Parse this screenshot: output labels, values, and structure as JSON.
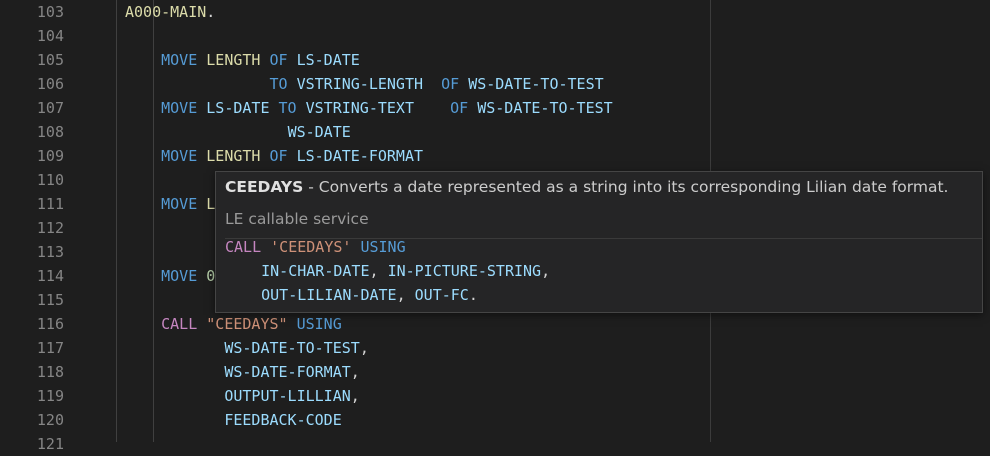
{
  "lines": [
    {
      "num": "103",
      "tokens": [
        {
          "t": "A000-MAIN",
          "c": "fn"
        },
        {
          "t": ".",
          "c": "pun"
        }
      ]
    },
    {
      "num": "104",
      "tokens": []
    },
    {
      "num": "105",
      "tokens": [
        {
          "t": "    ",
          "c": "pun"
        },
        {
          "t": "MOVE",
          "c": "kw"
        },
        {
          "t": " ",
          "c": "pun"
        },
        {
          "t": "LENGTH",
          "c": "fn"
        },
        {
          "t": " ",
          "c": "pun"
        },
        {
          "t": "OF",
          "c": "kw"
        },
        {
          "t": " ",
          "c": "pun"
        },
        {
          "t": "LS-DATE",
          "c": "id"
        }
      ]
    },
    {
      "num": "106",
      "tokens": [
        {
          "t": "                ",
          "c": "pun"
        },
        {
          "t": "TO",
          "c": "kw"
        },
        {
          "t": " ",
          "c": "pun"
        },
        {
          "t": "VSTRING-LENGTH",
          "c": "id"
        },
        {
          "t": "  ",
          "c": "pun"
        },
        {
          "t": "OF",
          "c": "kw"
        },
        {
          "t": " ",
          "c": "pun"
        },
        {
          "t": "WS-DATE-TO-TEST",
          "c": "id"
        }
      ]
    },
    {
      "num": "107",
      "tokens": [
        {
          "t": "    ",
          "c": "pun"
        },
        {
          "t": "MOVE",
          "c": "kw"
        },
        {
          "t": " ",
          "c": "pun"
        },
        {
          "t": "LS-DATE",
          "c": "id"
        },
        {
          "t": " ",
          "c": "pun"
        },
        {
          "t": "TO",
          "c": "kw"
        },
        {
          "t": " ",
          "c": "pun"
        },
        {
          "t": "VSTRING-TEXT",
          "c": "id"
        },
        {
          "t": "    ",
          "c": "pun"
        },
        {
          "t": "OF",
          "c": "kw"
        },
        {
          "t": " ",
          "c": "pun"
        },
        {
          "t": "WS-DATE-TO-TEST",
          "c": "id"
        }
      ]
    },
    {
      "num": "108",
      "tokens": [
        {
          "t": "                  ",
          "c": "pun"
        },
        {
          "t": "WS-DATE",
          "c": "id"
        }
      ]
    },
    {
      "num": "109",
      "tokens": [
        {
          "t": "    ",
          "c": "pun"
        },
        {
          "t": "MOVE",
          "c": "kw"
        },
        {
          "t": " ",
          "c": "pun"
        },
        {
          "t": "LENGTH",
          "c": "fn"
        },
        {
          "t": " ",
          "c": "pun"
        },
        {
          "t": "OF",
          "c": "kw"
        },
        {
          "t": " ",
          "c": "pun"
        },
        {
          "t": "LS-DATE-FORMAT",
          "c": "id"
        }
      ]
    },
    {
      "num": "110",
      "tokens": []
    },
    {
      "num": "111",
      "tokens": [
        {
          "t": "    ",
          "c": "pun"
        },
        {
          "t": "MOVE",
          "c": "kw"
        },
        {
          "t": " ",
          "c": "pun"
        },
        {
          "t": "L",
          "c": "fn"
        }
      ]
    },
    {
      "num": "112",
      "tokens": []
    },
    {
      "num": "113",
      "tokens": []
    },
    {
      "num": "114",
      "tokens": [
        {
          "t": "    ",
          "c": "pun"
        },
        {
          "t": "MOVE",
          "c": "kw"
        },
        {
          "t": " ",
          "c": "pun"
        },
        {
          "t": "0",
          "c": "num"
        }
      ]
    },
    {
      "num": "115",
      "tokens": []
    },
    {
      "num": "116",
      "tokens": [
        {
          "t": "    ",
          "c": "pun"
        },
        {
          "t": "CALL",
          "c": "ctl"
        },
        {
          "t": " ",
          "c": "pun"
        },
        {
          "t": "\"CEEDAYS\"",
          "c": "str"
        },
        {
          "t": " ",
          "c": "pun"
        },
        {
          "t": "USING",
          "c": "kw"
        }
      ]
    },
    {
      "num": "117",
      "tokens": [
        {
          "t": "           ",
          "c": "pun"
        },
        {
          "t": "WS-DATE-TO-TEST",
          "c": "id"
        },
        {
          "t": ",",
          "c": "pun"
        }
      ]
    },
    {
      "num": "118",
      "tokens": [
        {
          "t": "           ",
          "c": "pun"
        },
        {
          "t": "WS-DATE-FORMAT",
          "c": "id"
        },
        {
          "t": ",",
          "c": "pun"
        }
      ]
    },
    {
      "num": "119",
      "tokens": [
        {
          "t": "           ",
          "c": "pun"
        },
        {
          "t": "OUTPUT-LILLIAN",
          "c": "id"
        },
        {
          "t": ",",
          "c": "pun"
        }
      ]
    },
    {
      "num": "120",
      "tokens": [
        {
          "t": "           ",
          "c": "pun"
        },
        {
          "t": "FEEDBACK-CODE",
          "c": "id"
        }
      ]
    },
    {
      "num": "121",
      "tokens": []
    }
  ],
  "hover": {
    "title": "CEEDAYS",
    "description": " - Converts a date represented as a string into its corresponding Lilian date format.",
    "subtitle": "LE callable service",
    "code": [
      [
        {
          "t": "CALL",
          "c": "ctl"
        },
        {
          "t": " ",
          "c": "pun"
        },
        {
          "t": "'CEEDAYS'",
          "c": "str"
        },
        {
          "t": " ",
          "c": "pun"
        },
        {
          "t": "USING",
          "c": "kw"
        }
      ],
      [
        {
          "t": "    ",
          "c": "pun"
        },
        {
          "t": "IN-CHAR-DATE",
          "c": "id"
        },
        {
          "t": ", ",
          "c": "pun"
        },
        {
          "t": "IN-PICTURE-STRING",
          "c": "id"
        },
        {
          "t": ",",
          "c": "pun"
        }
      ],
      [
        {
          "t": "    ",
          "c": "pun"
        },
        {
          "t": "OUT-LILIAN-DATE",
          "c": "id"
        },
        {
          "t": ", ",
          "c": "pun"
        },
        {
          "t": "OUT-FC",
          "c": "id"
        },
        {
          "t": ".",
          "c": "pun"
        }
      ]
    ]
  },
  "colors": {
    "background": "#1e1e1e",
    "keyword": "#569cd6",
    "function": "#dcdcaa",
    "identifier": "#9cdcfe",
    "string": "#ce9178",
    "control": "#c586c0",
    "number": "#b5cea8"
  }
}
